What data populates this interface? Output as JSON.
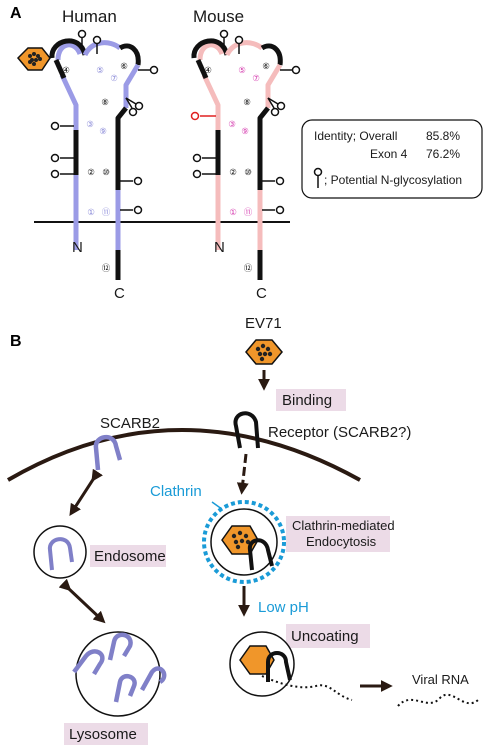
{
  "panel_a": {
    "label": "A",
    "human_title": "Human",
    "mouse_title": "Mouse",
    "identity_line1_label": "Identity; Overall",
    "identity_line1_value": "85.8%",
    "identity_line2_label": "Exon 4",
    "identity_line2_value": "76.2%",
    "glyco_legend": "; Potential N-glycosylation",
    "n_terminus": "N",
    "c_terminus": "C",
    "human_numbers": [
      "①",
      "②",
      "③",
      "④",
      "⑤",
      "⑥",
      "⑦",
      "⑧",
      "⑨",
      "⑩",
      "⑪",
      "⑫"
    ],
    "mouse_numbers": [
      "①",
      "②",
      "③",
      "④",
      "⑤",
      "⑥",
      "⑦",
      "⑧",
      "⑨",
      "⑩",
      "⑪",
      "⑫"
    ]
  },
  "panel_b": {
    "label": "B",
    "virus_label": "EV71",
    "binding_label": "Binding",
    "receptor_label": "Receptor (SCARB2?)",
    "scarb2_label": "SCARB2",
    "clathrin_label": "Clathrin",
    "endocytosis_label_1": "Clathrin-mediated",
    "endocytosis_label_2": "Endocytosis",
    "endosome_label": "Endosome",
    "lysosome_label": "Lysosome",
    "low_ph_label": "Low pH",
    "uncoating_label": "Uncoating",
    "viral_rna_label": "Viral RNA"
  },
  "colors": {
    "human_exon": "#9b9be6",
    "mouse_exon": "#f5bcbc",
    "mouse_circle_num": "#d63fb0",
    "human_circle_num": "#8a8ad8",
    "virus_orange": "#f0962a",
    "label_bg": "#ecdbe7",
    "clathrin_cyan": "#1a9bd7",
    "scarb2_purple": "#8080c8",
    "red_glyco": "#e02020"
  }
}
